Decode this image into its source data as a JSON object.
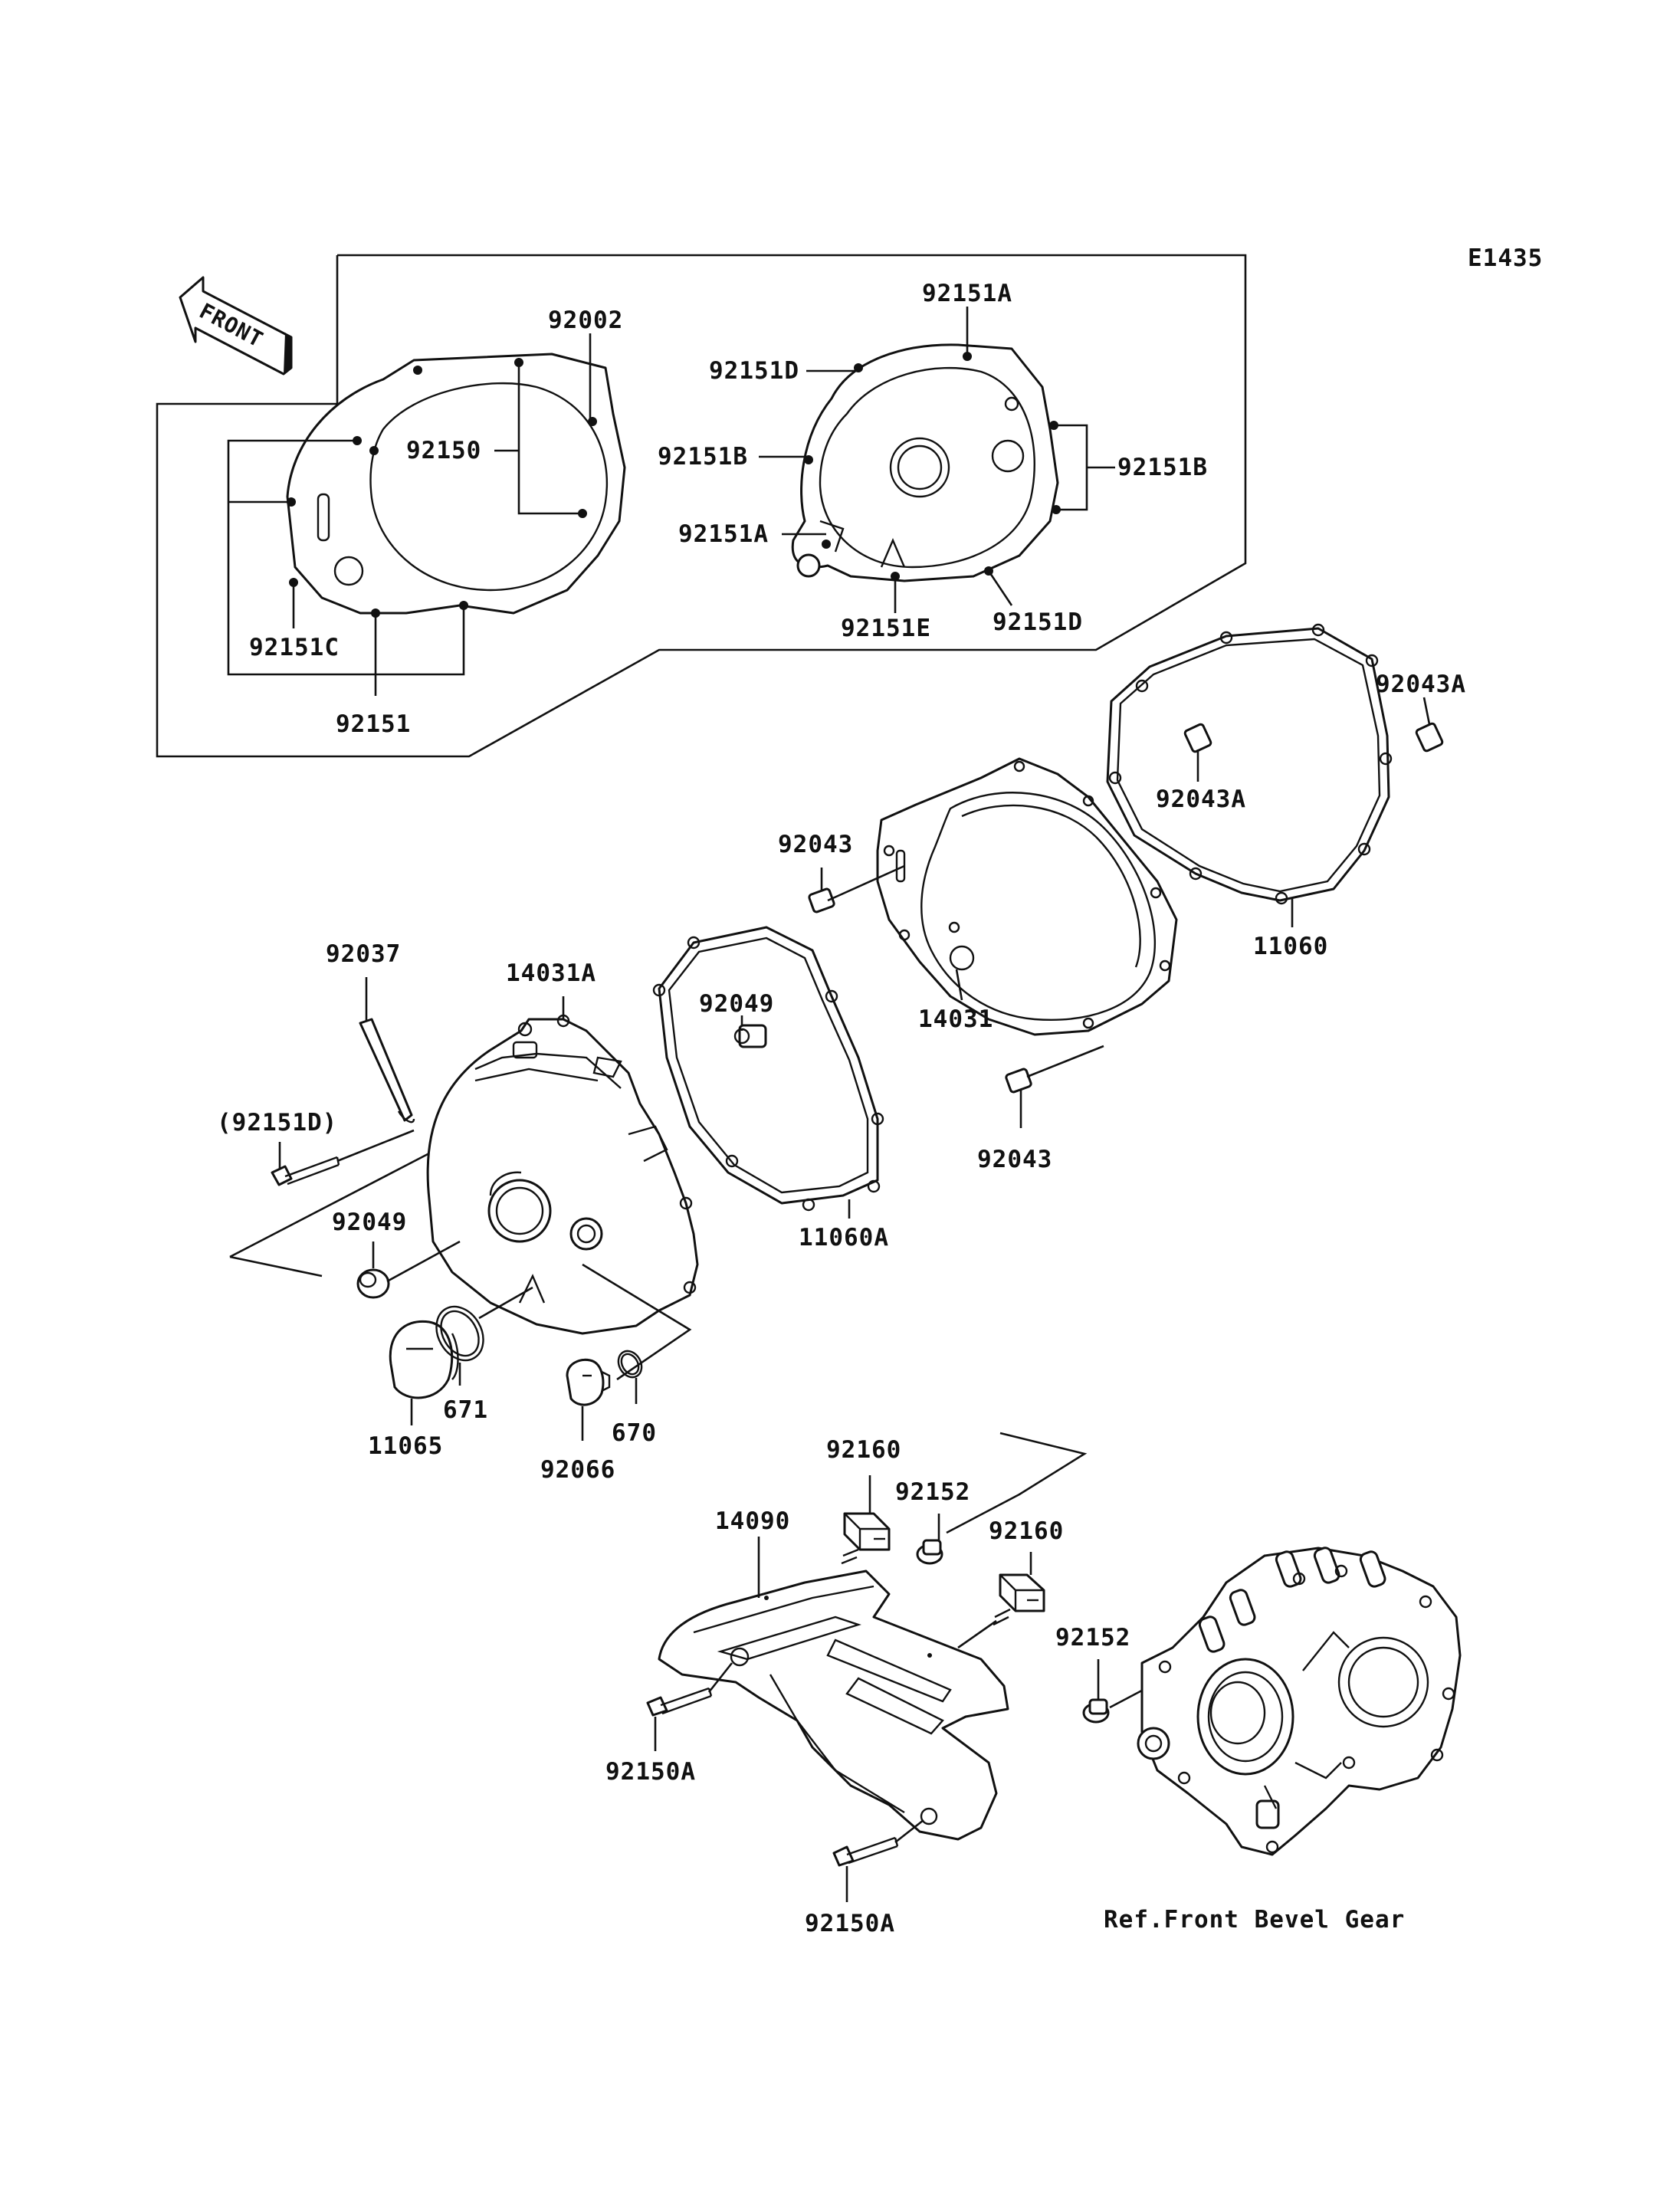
{
  "diagram_code": "E1435",
  "front_arrow": "FRONT",
  "labels": {
    "p92002": "92002",
    "p92150": "92150",
    "p92151C": "92151C",
    "p92151": "92151",
    "p92151A_top": "92151A",
    "p92151D_top": "92151D",
    "p92151B_left": "92151B",
    "p92151B_right": "92151B",
    "p92151A_mid": "92151A",
    "p92151E": "92151E",
    "p92151D_mid": "92151D",
    "p92043A_right": "92043A",
    "p92043A_mid": "92043A",
    "p92043_top": "92043",
    "p11060": "11060",
    "p92037": "92037",
    "p14031A": "14031A",
    "p92049_top": "92049",
    "p14031": "14031",
    "p92151D_paren": "(92151D)",
    "p92043_bottom": "92043",
    "p92049_left": "92049",
    "p11060A": "11060A",
    "p671": "671",
    "p670": "670",
    "p11065": "11065",
    "p92066": "92066",
    "p92160_top": "92160",
    "p92152_top": "92152",
    "p14090": "14090",
    "p92160_right": "92160",
    "p92152_right": "92152",
    "p92150A_left": "92150A",
    "p92150A_bottom": "92150A",
    "ref_front_bevel_gear": "Ref.Front Bevel Gear"
  }
}
